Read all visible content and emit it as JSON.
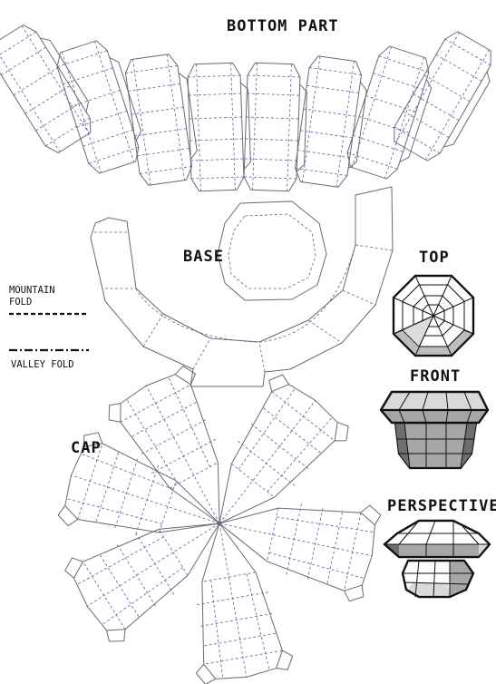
{
  "labels": {
    "bottom_part": "BOTTOM PART",
    "base": "BASE",
    "cap": "CAP",
    "top": "TOP",
    "front": "FRONT",
    "perspective": "PERSPECTIVE"
  },
  "legend": {
    "mountain_line1": "MOUNTAIN",
    "mountain_line2": "FOLD",
    "valley": "VALLEY FOLD"
  },
  "colors": {
    "cut_line": "#6b6b6b",
    "fold_line": "#5b5fa8",
    "ink": "#111111",
    "shade_light": "#d9d9d9",
    "shade_mid": "#a6a6a6",
    "shade_dark": "#6e6e6e"
  }
}
